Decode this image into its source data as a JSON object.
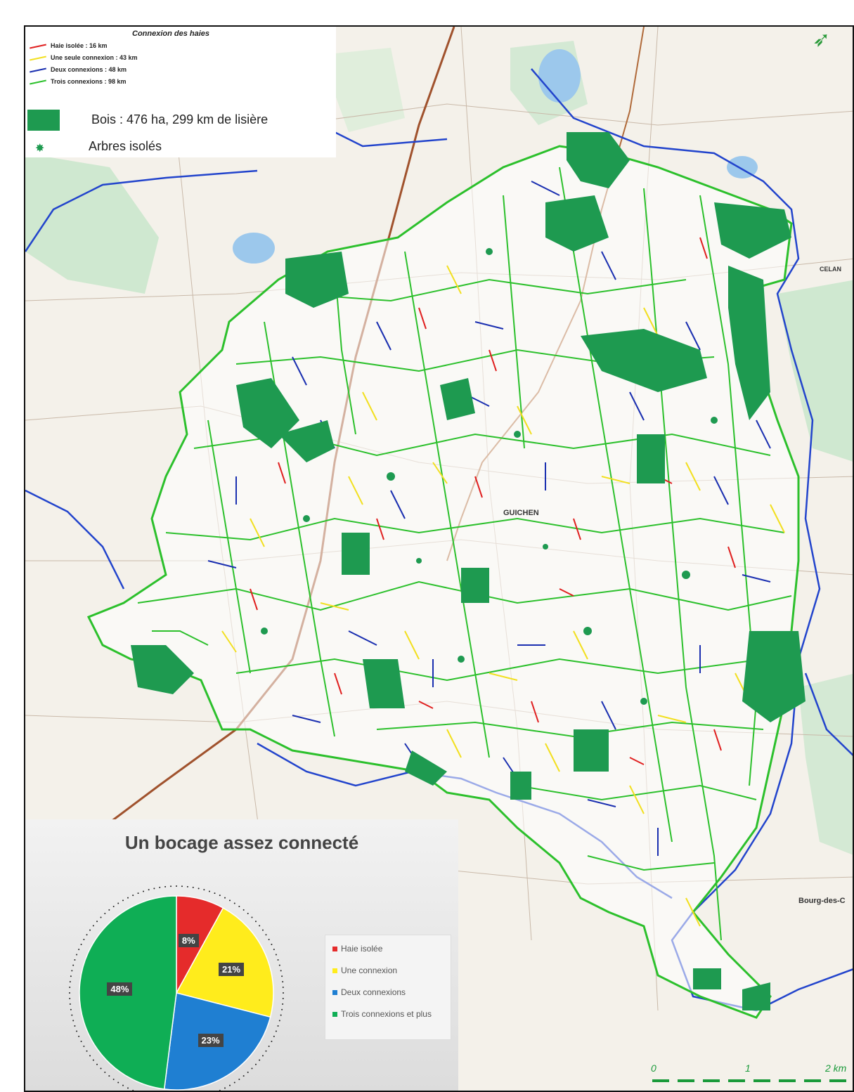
{
  "legend": {
    "title": "Connexion des haies",
    "items": [
      {
        "label": "Haie isolée : 16 km",
        "color": "#e02020"
      },
      {
        "label": "Une seule connexion : 43  km",
        "color": "#f2e020"
      },
      {
        "label": "Deux connexions : 48 km",
        "color": "#1a2fb0"
      },
      {
        "label": "Trois connexions : 98 km",
        "color": "#2cc02c"
      }
    ],
    "wood_label": "Bois : 476 ha, 299 km de lisière",
    "wood_color": "#1e9a50",
    "trees_label": "Arbres isolés",
    "trees_icon": "star-icon"
  },
  "map": {
    "town_label": "GUICHEN",
    "other_label": "Bourg-des-C",
    "east_label": "CELAN",
    "river_color": "#2244cc",
    "road_color": "#a0522d",
    "forest_color": "#1e9a50",
    "north_icon": "north-arrow-icon"
  },
  "scale": {
    "ticks": [
      "0",
      "1",
      "2 km"
    ],
    "color": "#1a9a3a"
  },
  "chart_data": {
    "type": "pie",
    "title": "Un bocage assez connecté",
    "categories": [
      "Haie isolée",
      "Une connexion",
      "Deux connexions",
      "Trois connexions et plus"
    ],
    "values": [
      8,
      21,
      23,
      48
    ],
    "value_labels": [
      "8%",
      "21%",
      "23%",
      "48%"
    ],
    "colors": [
      "#e52b2b",
      "#ffec1c",
      "#1f7fd2",
      "#0fae55"
    ],
    "legend_position": "right"
  }
}
